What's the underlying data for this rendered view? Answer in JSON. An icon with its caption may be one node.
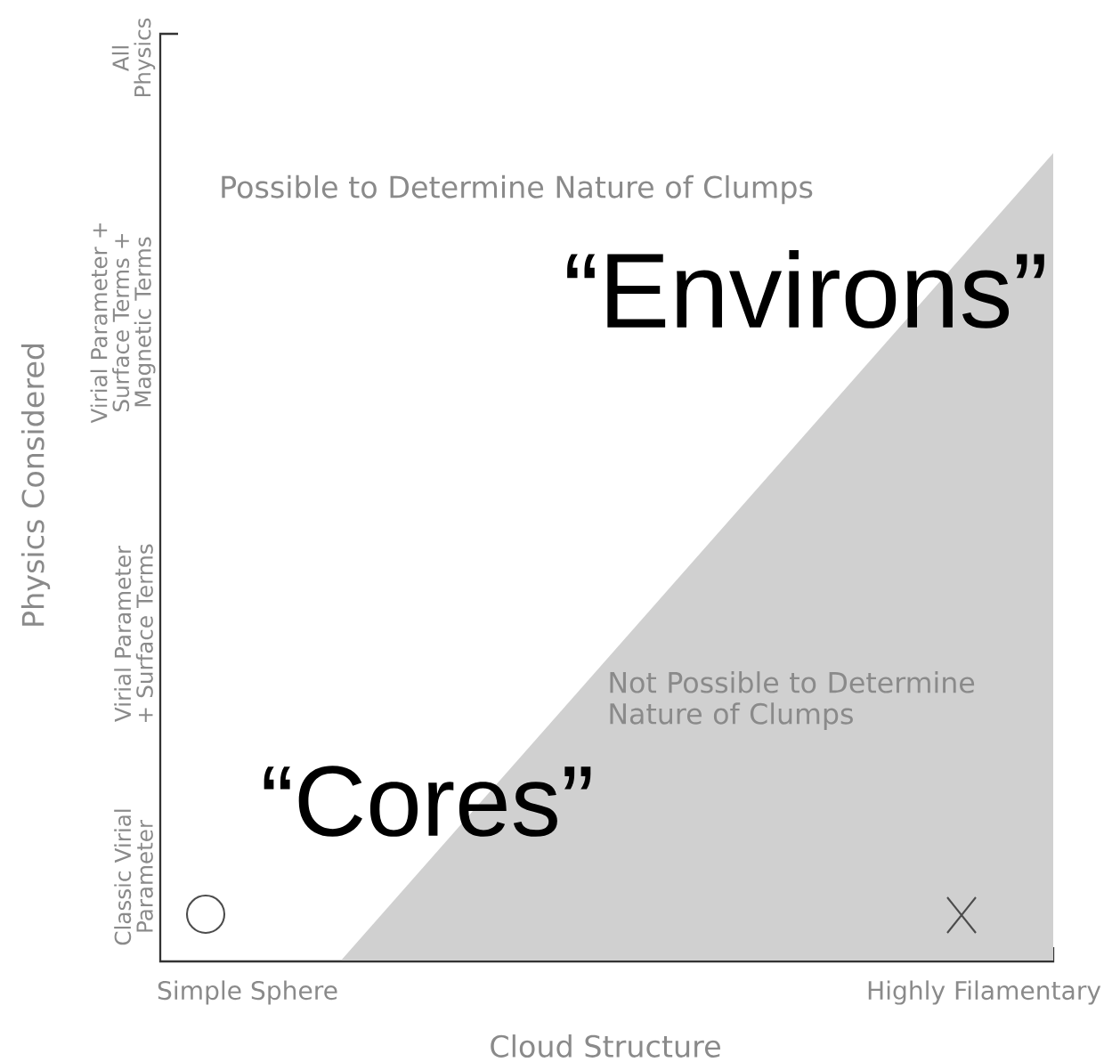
{
  "diagram": {
    "nodes": [
      {
        "text": [
          "Not Possible to Determine Nature of Clumps"
        ]
      }
    ],
    "labels": [
      "All Physics",
      "Possible to Determine Nature of Clumps",
      "Virial Parameter + Surface Terms + Magnetic Terms",
      "“Environs”",
      "Physics Considered",
      "Virial Parameter + Surface Terms",
      "“Cores”",
      "Classic Virial Parameter",
      "Simple Sphere",
      "Highly Filamentary",
      "Cloud Structure"
    ]
  }
}
